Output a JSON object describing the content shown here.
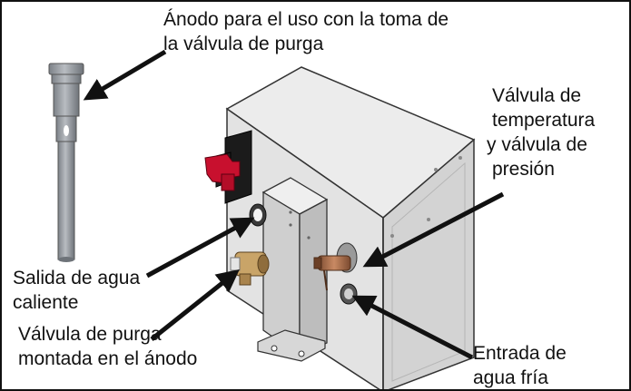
{
  "labels": {
    "anode": {
      "line1": "Ánodo para el uso con la toma de",
      "line2": "la válvula de purga"
    },
    "temp_pressure_valve": {
      "line1": "Válvula de",
      "line2": "temperatura",
      "line3": "y válvula de",
      "line4": "presión"
    },
    "hot_water_outlet": {
      "line1": "Salida de agua",
      "line2": "caliente"
    },
    "drain_valve": {
      "line1": "Válvula de purga",
      "line2": "montada en el ánodo"
    },
    "cold_water_inlet": {
      "line1": "Entrada de",
      "line2": "agua fría"
    }
  },
  "colors": {
    "border": "#111111",
    "tank_top": "#ebebeb",
    "tank_front": "#e2e2e2",
    "tank_side": "#d2d2d2",
    "cover": "#c9c9c9",
    "anode_rod": "#8a8f95",
    "valve_red": "#c8102e",
    "brass": "#b8945a",
    "copper": "#a86a48"
  }
}
